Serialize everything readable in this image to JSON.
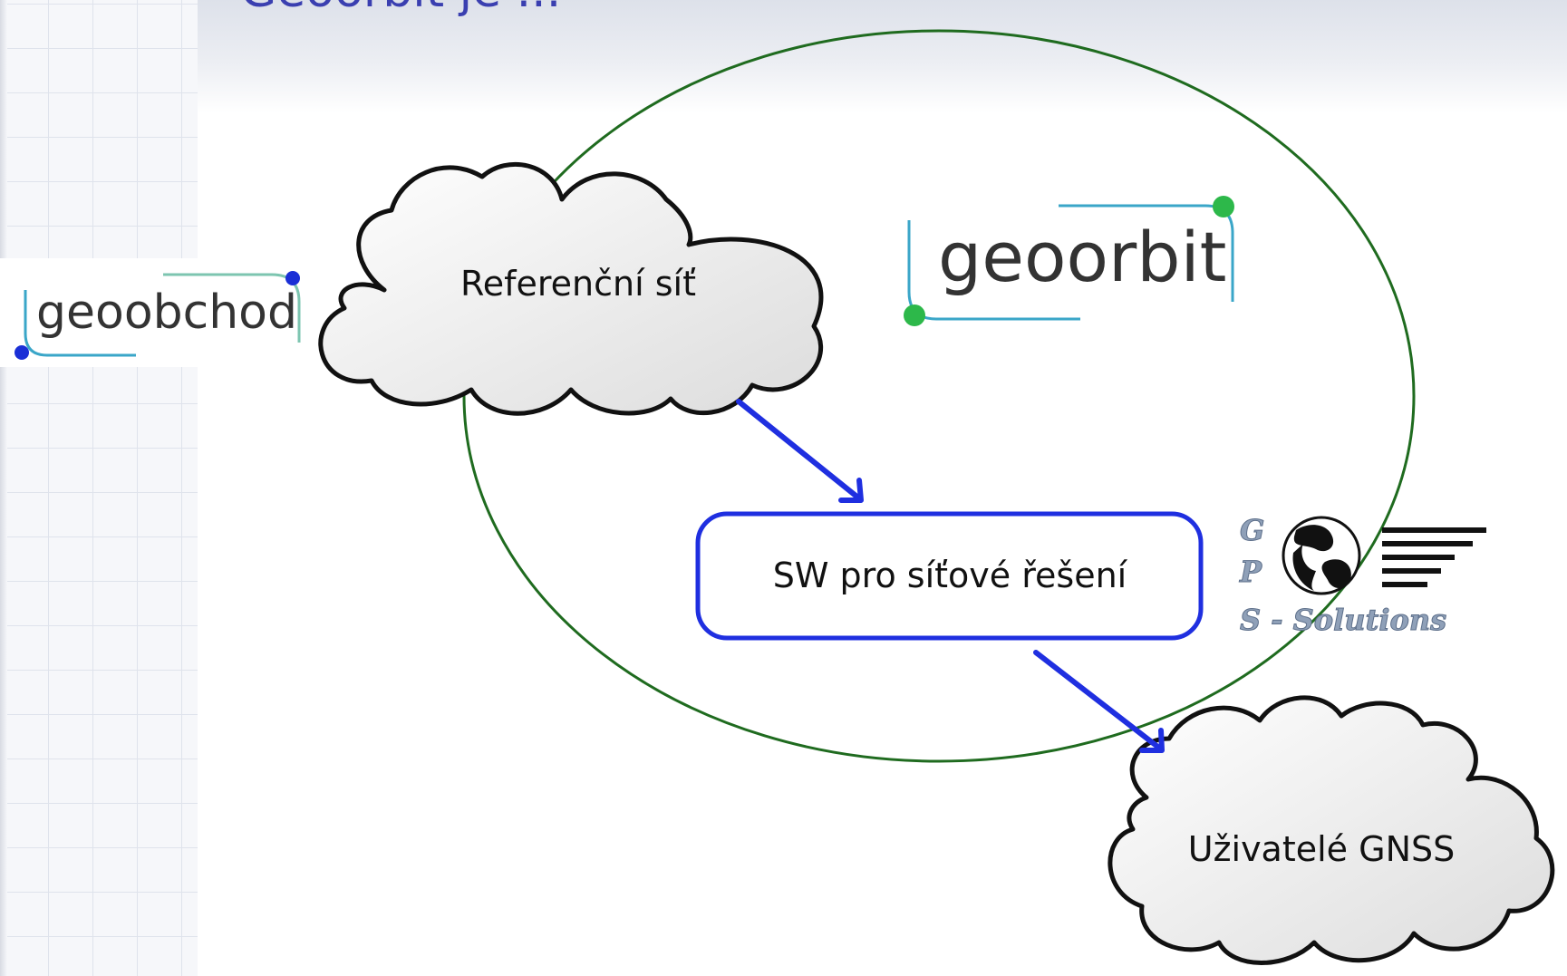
{
  "slide": {
    "title": "Geoorbit je ..."
  },
  "diagram": {
    "reference_network": "Referenční síť",
    "network_software": "SW pro síťové řešení",
    "gnss_users": "Uživatelé GNSS"
  },
  "logos": {
    "geoobchod": {
      "text": "geoobchod",
      "dot_color": "#1a2fd6"
    },
    "geoorbit": {
      "text": "geoorbit",
      "dot_color": "#2db84a"
    },
    "gps_solutions": {
      "line1": "G",
      "line2": "P",
      "line3": "S - Solutions",
      "icon": "globe-icon"
    }
  },
  "colors": {
    "ellipse": "#1f6b1f",
    "arrows": "#1f2fe0",
    "box_border": "#1f2fe0",
    "title": "#3a3fb0",
    "logo_line": "#3aa6c8"
  }
}
